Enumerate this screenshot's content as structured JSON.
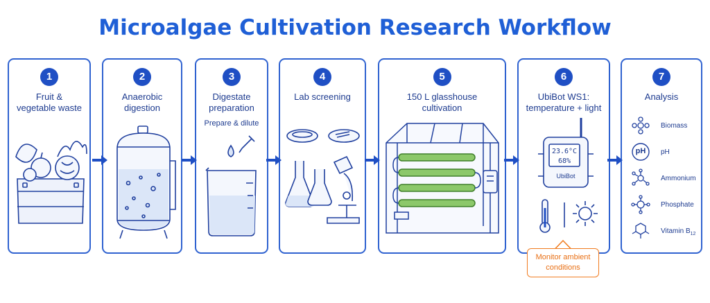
{
  "title": "Microalgae Cultivation Research Workflow",
  "steps": [
    {
      "number": "1",
      "label": "Fruit &\nvegetable waste"
    },
    {
      "number": "2",
      "label": "Anaerobic\ndigestion"
    },
    {
      "number": "3",
      "label": "Digestate\npreparation",
      "sublabel": "Prepare & dilute"
    },
    {
      "number": "4",
      "label": "Lab screening"
    },
    {
      "number": "5",
      "label": "150 L glasshouse\ncultivation"
    },
    {
      "number": "6",
      "label": "UbiBot WS1:\ntemperature + light",
      "device": {
        "temp": "23.6°C",
        "humidity": "68%",
        "brand": "UbiBot"
      }
    },
    {
      "number": "7",
      "label": "Analysis",
      "items": [
        {
          "label": "Biomass",
          "icon": "biomass-icon"
        },
        {
          "label": "pH",
          "icon": "ph-icon"
        },
        {
          "label": "Ammonium",
          "icon": "ammonium-icon"
        },
        {
          "label": "Phosphate",
          "icon": "phosphate-icon"
        },
        {
          "label": "Vitamin B",
          "subscript": "12",
          "icon": "vitamin-b12-icon"
        }
      ],
      "ph_badge": "pH"
    }
  ],
  "callout": "Monitor ambient\nconditions",
  "colors": {
    "primary": "#1f4fc4",
    "title": "#1f5fd6",
    "green": "#5fae3a",
    "accent": "#f07b1e"
  }
}
